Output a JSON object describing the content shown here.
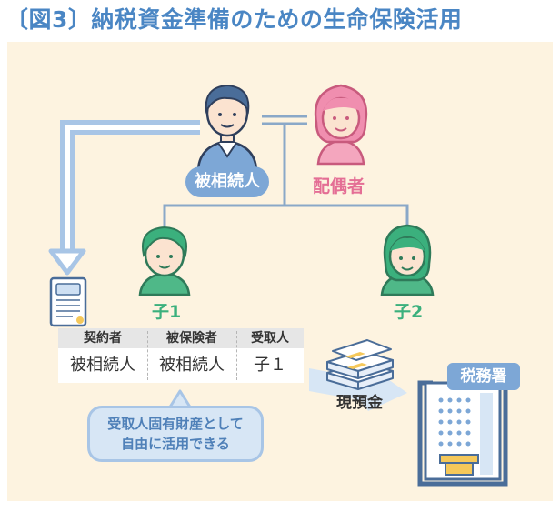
{
  "title": "〔図3〕納税資金準備のための生命保険活用",
  "people": {
    "insured": "被相続人",
    "spouse": "配偶者",
    "child1": "子1",
    "child2": "子2"
  },
  "contract_table": {
    "headers": [
      "契約者",
      "被保険者",
      "受取人"
    ],
    "values": [
      "被相続人",
      "被相続人",
      "子１"
    ]
  },
  "bubble": {
    "line1": "受取人固有財産として",
    "line2": "自由に活用できる"
  },
  "cash_label": "現預金",
  "tax_office_label": "税務署",
  "colors": {
    "title": "#4a86c4",
    "panel_bg": "#fdf3e0",
    "blue": "#7da7d6",
    "pink": "#e46e95",
    "green": "#3bb07d"
  }
}
